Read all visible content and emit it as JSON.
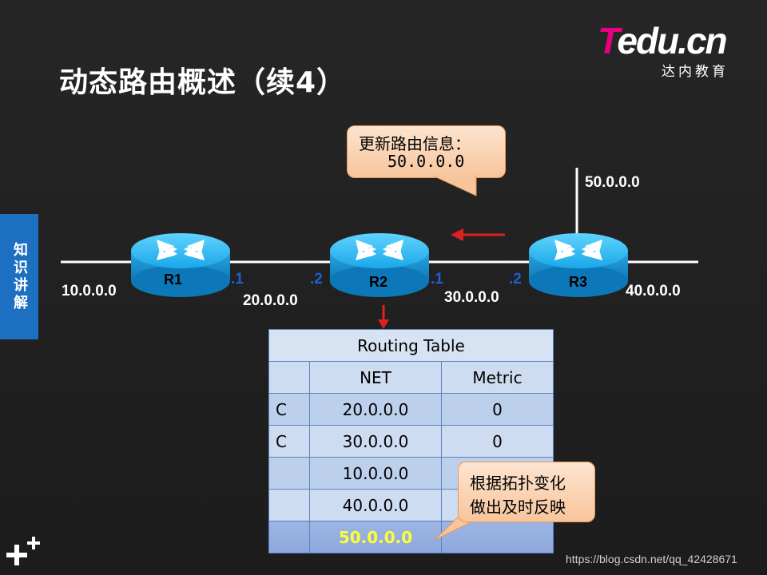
{
  "slide": {
    "title": "动态路由概述（续4）",
    "logo": {
      "brand_t": "T",
      "brand_rest": "edu.cn",
      "sub": "达内教育"
    },
    "side_tab": "知识讲解",
    "callout_update": {
      "line1": "更新路由信息：",
      "line2": "50.0.0.0"
    },
    "callout_topology": {
      "line1": "根据拓扑变化",
      "line2": "做出及时反映"
    },
    "network": {
      "routers": [
        "R1",
        "R2",
        "R3"
      ],
      "nets": {
        "n10": "10.0.0.0",
        "n20": "20.0.0.0",
        "n30": "30.0.0.0",
        "n40": "40.0.0.0",
        "n50": "50.0.0.0"
      },
      "ifaces": {
        "r1_right": ".1",
        "r2_left": ".2",
        "r2_right": ".1",
        "r3_left": ".2"
      }
    },
    "routing_table": {
      "title": "Routing Table",
      "headers": {
        "type": "",
        "net": "NET",
        "metric": "Metric"
      },
      "rows": [
        {
          "type": "C",
          "net": "20.0.0.0",
          "metric": "0"
        },
        {
          "type": "C",
          "net": "30.0.0.0",
          "metric": "0"
        },
        {
          "type": "",
          "net": "10.0.0.0",
          "metric": ""
        },
        {
          "type": "",
          "net": "40.0.0.0",
          "metric": ""
        },
        {
          "type": "",
          "net": "50.0.0.0",
          "metric": ""
        }
      ]
    },
    "watermark": "https://blog.csdn.net/qq_42428671",
    "colors": {
      "accent_blue": "#1d6fc1",
      "brand_pink": "#e6007e",
      "arrow_red": "#e02020",
      "new_route": "#ffff33"
    }
  }
}
